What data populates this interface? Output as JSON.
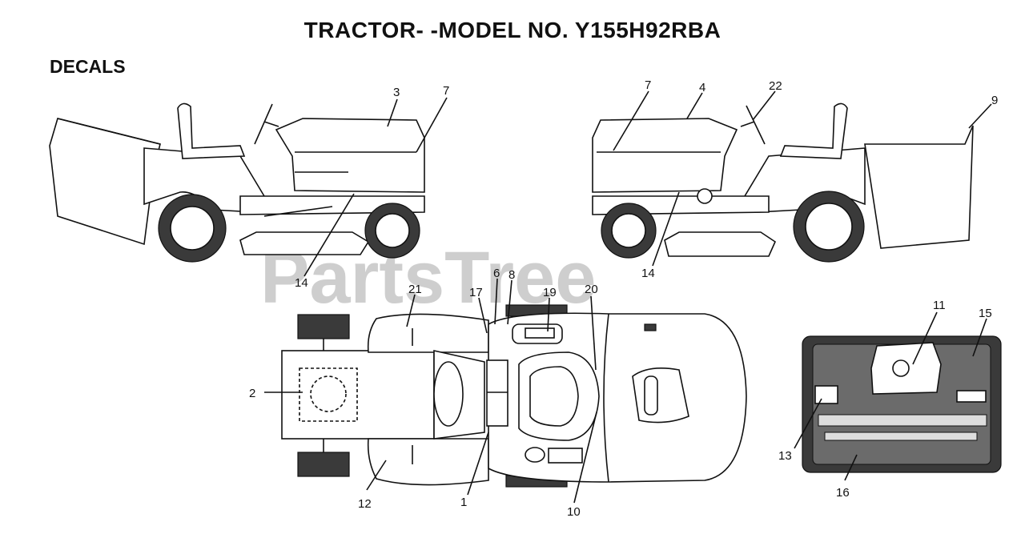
{
  "title": "TRACTOR- -MODEL NO. Y155H92RBA",
  "section": "DECALS",
  "watermark": "PartsTree",
  "callouts": {
    "c1": "1",
    "c2": "2",
    "c3": "3",
    "c4": "4",
    "c6": "6",
    "c7a": "7",
    "c7b": "7",
    "c8": "8",
    "c9": "9",
    "c10": "10",
    "c11": "11",
    "c12": "12",
    "c13": "13",
    "c14a": "14",
    "c14b": "14",
    "c15": "15",
    "c16": "16",
    "c17": "17",
    "c19": "19",
    "c20": "20",
    "c21": "21",
    "c22": "22"
  }
}
